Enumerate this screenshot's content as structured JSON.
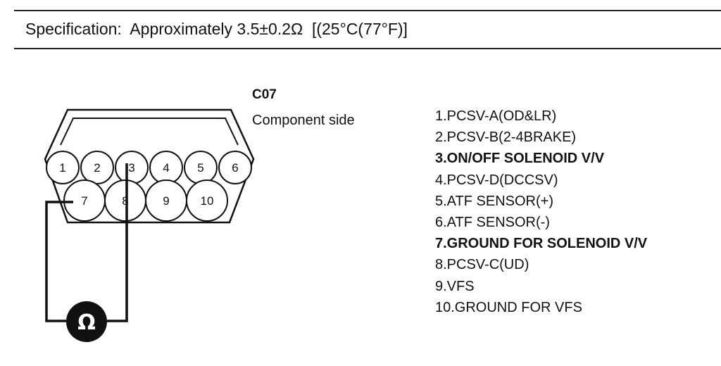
{
  "specification": {
    "text": "Specification:  Approximately 3.5±0.2Ω  [(25°C(77°F)]"
  },
  "connector": {
    "id": "C07",
    "side": "Component side",
    "top_row_pins": [
      "1",
      "2",
      "3",
      "4",
      "5",
      "6"
    ],
    "bottom_row_pins": [
      "7",
      "8",
      "9",
      "10"
    ]
  },
  "meter": {
    "symbol": "Ω"
  },
  "pins": [
    {
      "text": "1.PCSV-A(OD&LR)",
      "bold": false
    },
    {
      "text": "2.PCSV-B(2-4BRAKE)",
      "bold": false
    },
    {
      "text": "3.ON/OFF SOLENOID V/V",
      "bold": true
    },
    {
      "text": "4.PCSV-D(DCCSV)",
      "bold": false
    },
    {
      "text": "5.ATF SENSOR(+)",
      "bold": false
    },
    {
      "text": "6.ATF SENSOR(-)",
      "bold": false
    },
    {
      "text": "7.GROUND FOR SOLENOID V/V",
      "bold": true
    },
    {
      "text": "8.PCSV-C(UD)",
      "bold": false
    },
    {
      "text": "9.VFS",
      "bold": false
    },
    {
      "text": "10.GROUND FOR VFS",
      "bold": false
    }
  ]
}
